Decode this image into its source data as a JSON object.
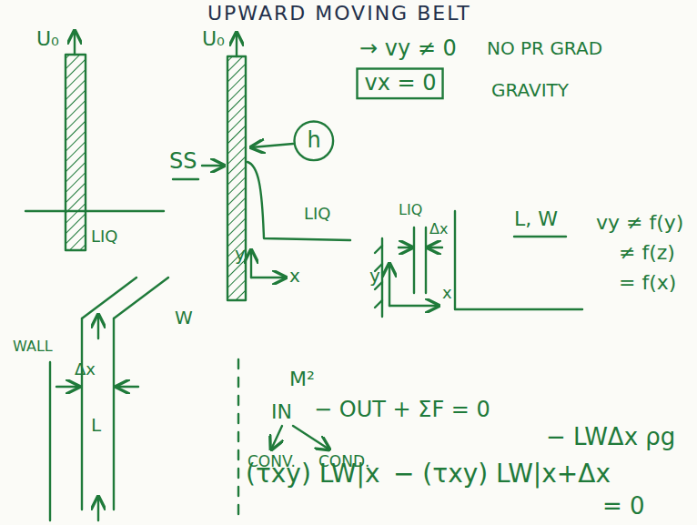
{
  "diagram": {
    "title": "UPWARD MOVING BELT",
    "nodes": [
      {
        "text": [
          "vx = 0"
        ]
      },
      {
        "text": [
          "h"
        ]
      }
    ],
    "labels": [
      "U₀",
      "LIQ",
      "U₀",
      "SS",
      "y",
      "x",
      "LIQ",
      "→ vy ≠ 0",
      "NO PR GRAD",
      "GRAVITY",
      "LIQ",
      "Δx",
      "y",
      "x",
      "L, W",
      "vy ≠ f(y)",
      "≠ f(z)",
      "= f(x)",
      "WALL",
      "Δx",
      "W",
      "L",
      "M²",
      "IN",
      "− OUT + ΣF = 0",
      "CONV.",
      "COND.",
      "(τxy) LW|x",
      "− (τxy) LW|x+Δx",
      "− LWΔx ρg",
      "= 0"
    ]
  }
}
